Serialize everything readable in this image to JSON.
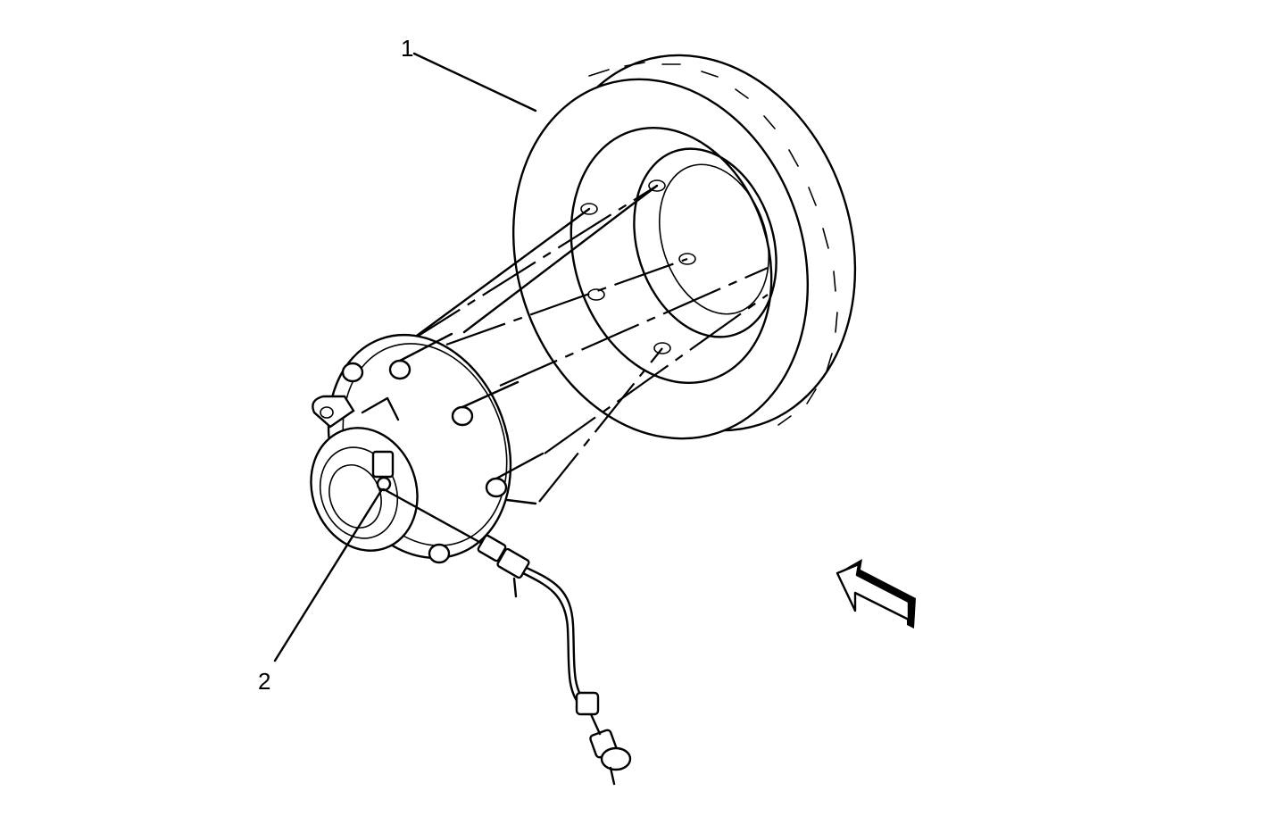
{
  "diagram": {
    "callouts": [
      {
        "id": "1",
        "label": "1",
        "part": "brake-rotor"
      },
      {
        "id": "2",
        "label": "2",
        "part": "wheel-speed-sensor"
      }
    ],
    "icons": {
      "direction_arrow": "direction-arrow-icon"
    },
    "colors": {
      "line": "#000000",
      "background": "#ffffff"
    }
  }
}
